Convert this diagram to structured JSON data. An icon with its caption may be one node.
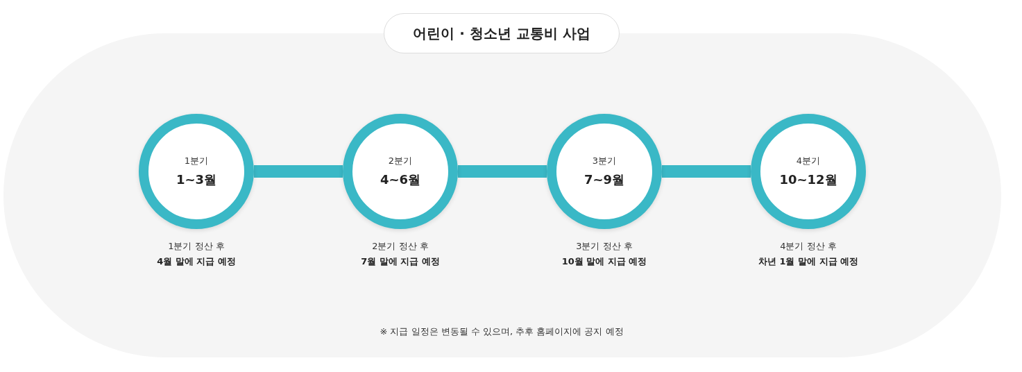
{
  "diagram": {
    "title": "어린이 · 청소년 교통비 사업",
    "nodes": [
      {
        "text": [
          "1분기",
          "1~3월"
        ],
        "beside": [
          "1분기 정산 후",
          "4월 말에 지급 예정"
        ]
      },
      {
        "text": [
          "2분기",
          "4~6월"
        ],
        "beside": [
          "2분기 정산 후",
          "7월 말에 지급 예정"
        ]
      },
      {
        "text": [
          "3분기",
          "7~9월"
        ],
        "beside": [
          "3분기 정산 후",
          "10월 말에 지급 예정"
        ]
      },
      {
        "text": [
          "4분기",
          "10~12월"
        ],
        "beside": [
          "4분기 정산 후",
          "차년 1월 말에 지급 예정"
        ]
      }
    ],
    "edges": [
      {
        "from": 0,
        "to": 1,
        "arrow": "none"
      },
      {
        "from": 1,
        "to": 2,
        "arrow": "none"
      },
      {
        "from": 2,
        "to": 3,
        "arrow": "none"
      }
    ],
    "labels": [
      "※ 지급 일정은 변동될 수 있으며, 추후 홈페이지에 공지 예정"
    ]
  }
}
